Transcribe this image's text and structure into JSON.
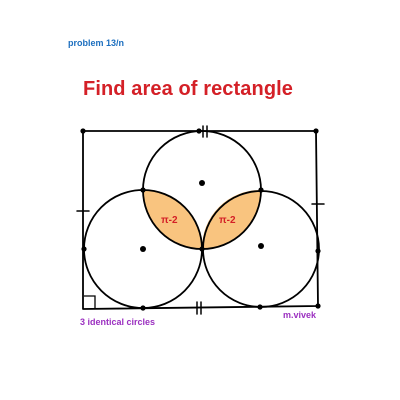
{
  "header": {
    "problem_number": "problem 13/n",
    "title": "Find area of rectangle"
  },
  "figure": {
    "region_label_left": "π-2",
    "region_label_right": "π-2",
    "note_left": "3 identical circles",
    "author": "m.vivek"
  },
  "colors": {
    "title": "#d42027",
    "problem_number": "#1d6fbf",
    "notes": "#9b30c0",
    "region_fill": "#f9c47f",
    "region_label": "#d42027",
    "outline": "#000000"
  }
}
